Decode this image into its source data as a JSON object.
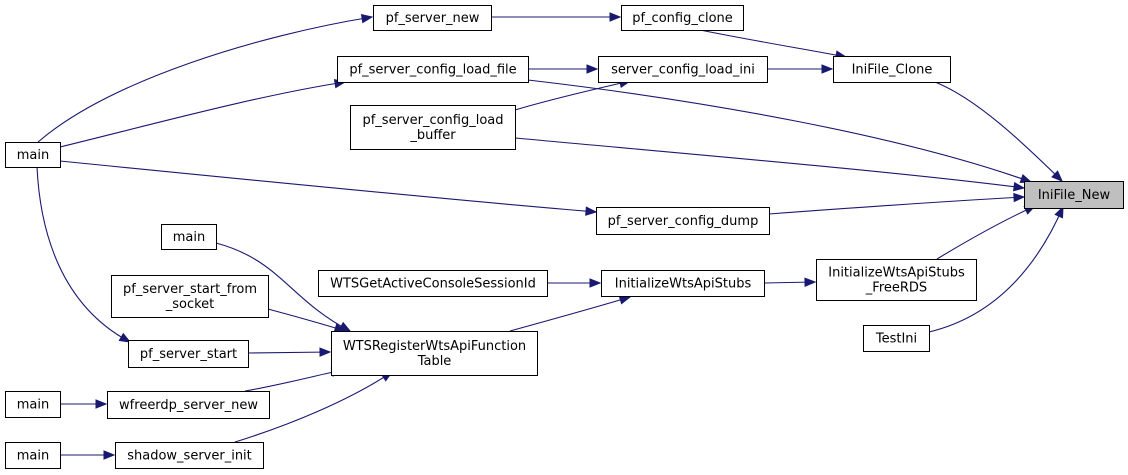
{
  "graph": {
    "nodes": {
      "main_left": {
        "lines": [
          "main"
        ]
      },
      "pf_server_new": {
        "lines": [
          "pf_server_new"
        ]
      },
      "pf_config_clone": {
        "lines": [
          "pf_config_clone"
        ]
      },
      "pf_server_config_load_file": {
        "lines": [
          "pf_server_config_load_file"
        ]
      },
      "server_config_load_ini": {
        "lines": [
          "server_config_load_ini"
        ]
      },
      "pf_server_config_load_buffer": {
        "lines": [
          "pf_server_config_load",
          "_buffer"
        ]
      },
      "inifile_clone": {
        "lines": [
          "IniFile_Clone"
        ]
      },
      "inifile_new": {
        "lines": [
          "IniFile_New"
        ]
      },
      "pf_server_config_dump": {
        "lines": [
          "pf_server_config_dump"
        ]
      },
      "main_mid": {
        "lines": [
          "main"
        ]
      },
      "wtsgetactiveconsolesessionid": {
        "lines": [
          "WTSGetActiveConsoleSessionId"
        ]
      },
      "initializewtsapistubs": {
        "lines": [
          "InitializeWtsApiStubs"
        ]
      },
      "initializewtsapistubs_freerds": {
        "lines": [
          "InitializeWtsApiStubs",
          "_FreeRDS"
        ]
      },
      "pf_server_start_from_socket": {
        "lines": [
          "pf_server_start_from",
          "_socket"
        ]
      },
      "pf_server_start": {
        "lines": [
          "pf_server_start"
        ]
      },
      "wtsregisterwtsapifunctiontable": {
        "lines": [
          "WTSRegisterWtsApiFunction",
          "Table"
        ]
      },
      "testini": {
        "lines": [
          "TestIni"
        ]
      },
      "main_bottom1": {
        "lines": [
          "main"
        ]
      },
      "wfreerdp_server_new": {
        "lines": [
          "wfreerdp_server_new"
        ]
      },
      "main_bottom2": {
        "lines": [
          "main"
        ]
      },
      "shadow_server_init": {
        "lines": [
          "shadow_server_init"
        ]
      }
    },
    "focus_node": "inifile_new",
    "edges": [
      {
        "from": "main_left",
        "to": "pf_server_new"
      },
      {
        "from": "main_left",
        "to": "pf_server_config_load_file"
      },
      {
        "from": "main_left",
        "to": "pf_server_config_dump"
      },
      {
        "from": "main_left",
        "to": "pf_server_start"
      },
      {
        "from": "pf_server_new",
        "to": "pf_config_clone"
      },
      {
        "from": "pf_config_clone",
        "to": "inifile_clone"
      },
      {
        "from": "pf_server_config_load_file",
        "to": "server_config_load_ini"
      },
      {
        "from": "pf_server_config_load_file",
        "to": "inifile_new"
      },
      {
        "from": "pf_server_config_load_buffer",
        "to": "server_config_load_ini"
      },
      {
        "from": "pf_server_config_load_buffer",
        "to": "inifile_new"
      },
      {
        "from": "server_config_load_ini",
        "to": "inifile_clone"
      },
      {
        "from": "inifile_clone",
        "to": "inifile_new"
      },
      {
        "from": "pf_server_config_dump",
        "to": "inifile_new"
      },
      {
        "from": "initializewtsapistubs_freerds",
        "to": "inifile_new"
      },
      {
        "from": "testini",
        "to": "inifile_new"
      },
      {
        "from": "wtsgetactiveconsolesessionid",
        "to": "initializewtsapistubs"
      },
      {
        "from": "initializewtsapistubs",
        "to": "initializewtsapistubs_freerds"
      },
      {
        "from": "wtsregisterwtsapifunctiontable",
        "to": "initializewtsapistubs"
      },
      {
        "from": "main_mid",
        "to": "wtsregisterwtsapifunctiontable"
      },
      {
        "from": "pf_server_start_from_socket",
        "to": "wtsregisterwtsapifunctiontable"
      },
      {
        "from": "pf_server_start",
        "to": "wtsregisterwtsapifunctiontable"
      },
      {
        "from": "wfreerdp_server_new",
        "to": "wtsregisterwtsapifunctiontable"
      },
      {
        "from": "shadow_server_init",
        "to": "wtsregisterwtsapifunctiontable"
      },
      {
        "from": "main_bottom1",
        "to": "wfreerdp_server_new"
      },
      {
        "from": "main_bottom2",
        "to": "shadow_server_init"
      }
    ]
  },
  "colors": {
    "edge": "#191970",
    "node_border": "#000000",
    "node_fill": "#ffffff",
    "focus_fill": "#bfbfbf"
  }
}
